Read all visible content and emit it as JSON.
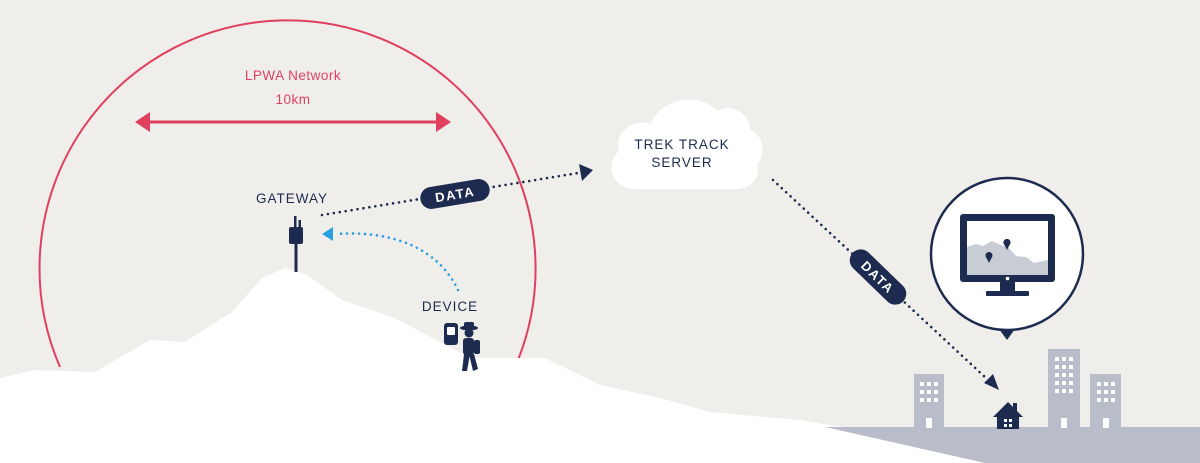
{
  "network": {
    "name": "LPWA Network",
    "range": "10km"
  },
  "nodes": {
    "gateway": "GATEWAY",
    "device": "DEVICE",
    "server_line1": "TREK TRACK",
    "server_line2": "SERVER"
  },
  "flows": {
    "uplink_tag": "DATA",
    "downlink_tag": "DATA"
  },
  "colors": {
    "background": "#efeeea",
    "network_accent": "#e0405e",
    "navy": "#1c2b4f",
    "device_link": "#2b9fe0",
    "city": "#b9bdc9",
    "snow": "#ffffff"
  },
  "icons": {
    "gateway": "antenna-icon",
    "device": "hiker-with-tracker-icon",
    "server": "cloud-icon",
    "monitor": "monitor-map-icon",
    "home": "house-icon"
  }
}
